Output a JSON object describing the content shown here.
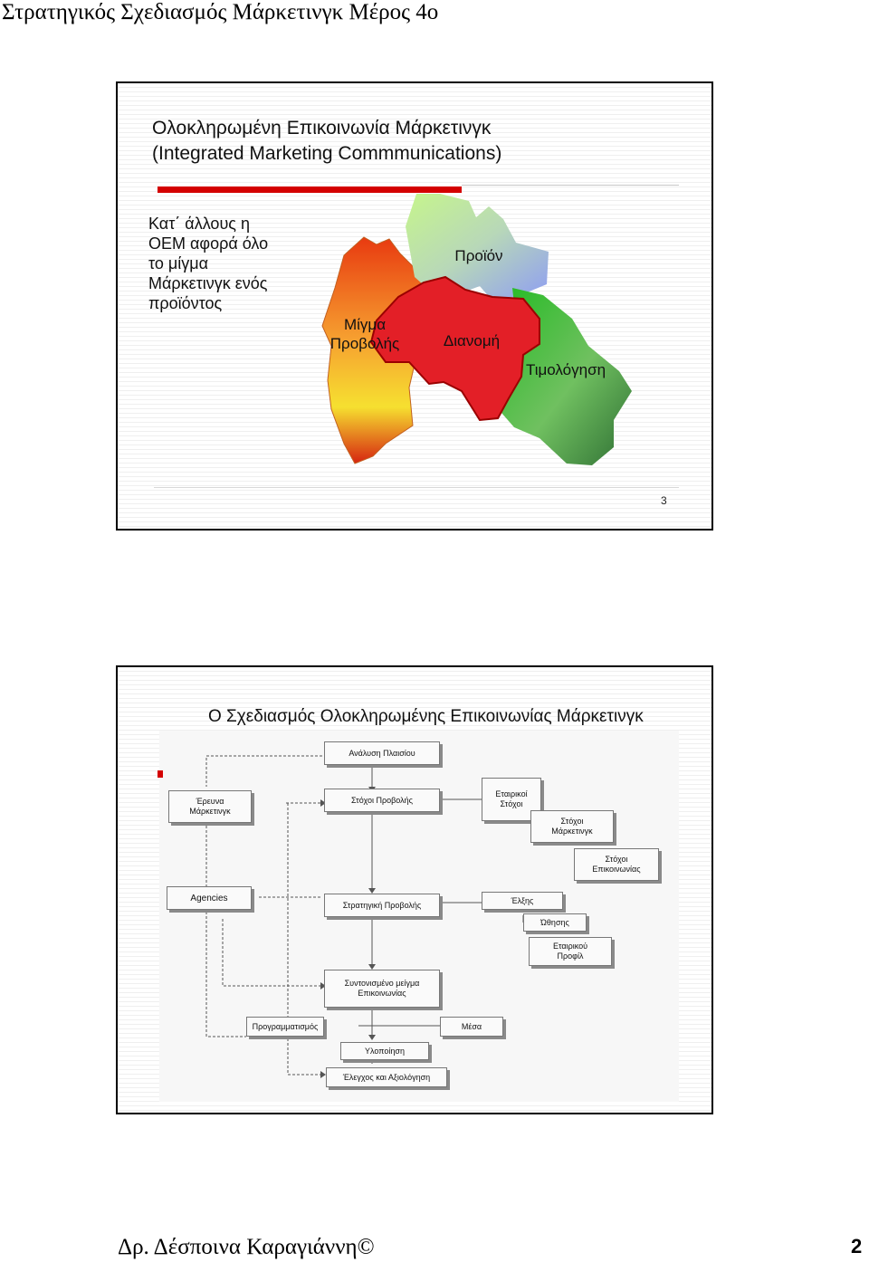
{
  "header": {
    "title": "Στρατηγικός Σχεδιασμός Μάρκετινγκ Μέρος 4ο"
  },
  "slide1": {
    "title_line1": "Ολοκληρωμένη Επικοινωνία Μάρκετινγκ",
    "title_line2": "(Integrated Marketing Commmunications)",
    "bullet_lines": [
      "Κατ΄ άλλους η",
      "ΟΕΜ αφορά όλο",
      "το μίγμα",
      "Μάρκετινγκ ενός",
      "προϊόντος"
    ],
    "puzzle": {
      "promotion_line1": "Μίγμα",
      "promotion_line2": "Προβολής",
      "product": "Προϊόν",
      "distribution": "Διανομή",
      "pricing": "Τιμολόγηση"
    },
    "page_number": "3"
  },
  "slide2": {
    "title": "Ο Σχεδιασμός Ολοκληρωμένης Επικοινωνίας Μάρκετινγκ",
    "diagram": {
      "context_analysis": "Ανάλυση Πλαισίου",
      "market_research_l1": "Έρευνα",
      "market_research_l2": "Μάρκετινγκ",
      "promotion_objectives": "Στόχοι Προβολής",
      "corporate_objectives_l1": "Εταιρικοί",
      "corporate_objectives_l2": "Στόχοι",
      "marketing_objectives_l1": "Στόχοι",
      "marketing_objectives_l2": "Μάρκετινγκ",
      "communication_objectives_l1": "Στόχοι",
      "communication_objectives_l2": "Επικοινωνίας",
      "agencies": "Agencies",
      "promotion_strategy": "Στρατηγική Προβολής",
      "pull": "Έλξης",
      "push": "Ώθησης",
      "profile_l1": "Εταιρικού",
      "profile_l2": "Προφίλ",
      "coordinated_mix_l1": "Συντονισμένο μείγμα",
      "coordinated_mix_l2": "Επικοινωνίας",
      "scheduling": "Προγραμματισμός",
      "media": "Μέσα",
      "implementation": "Υλοποίηση",
      "control": "Έλεγχος και Αξιολόγηση"
    }
  },
  "footer": {
    "author": "Δρ. Δέσποινα Καραγιάννη©",
    "page_number": "2"
  },
  "colors": {
    "accent_red": "#d40000",
    "slide_border": "#000000"
  }
}
